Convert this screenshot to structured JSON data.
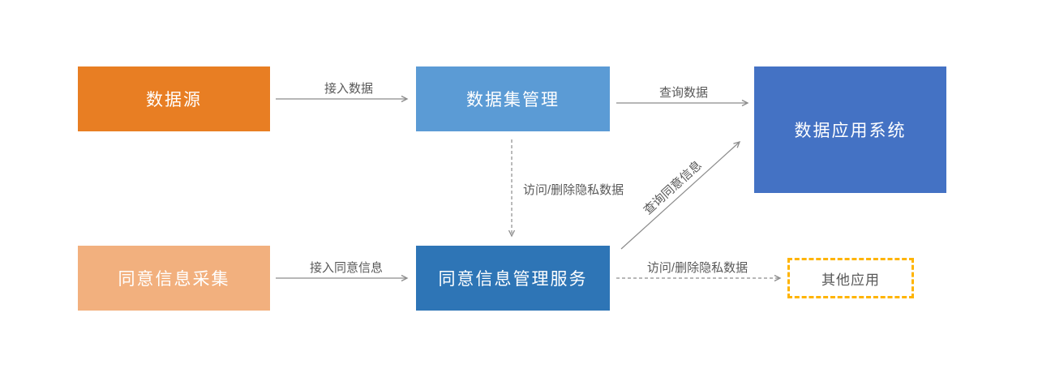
{
  "diagram": {
    "title": "data-privacy-flow-diagram",
    "nodes": [
      {
        "id": "data-source",
        "label": "数据源",
        "fill": "#E87E23",
        "text_color": "#FFFFFF",
        "shape": "rect"
      },
      {
        "id": "dataset-management",
        "label": "数据集管理",
        "fill": "#5B9BD5",
        "text_color": "#FFFFFF",
        "shape": "rect"
      },
      {
        "id": "data-application-system",
        "label": "数据应用系统",
        "fill": "#4472C4",
        "text_color": "#FFFFFF",
        "shape": "rect"
      },
      {
        "id": "consent-info-collection",
        "label": "同意信息采集",
        "fill": "#F2B07E",
        "text_color": "#FFFFFF",
        "shape": "rect"
      },
      {
        "id": "consent-management-service",
        "label": "同意信息管理服务",
        "fill": "#2E75B6",
        "text_color": "#FFFFFF",
        "shape": "rect"
      },
      {
        "id": "other-applications",
        "label": "其他应用",
        "fill": "#FFFFFF",
        "text_color": "#595959",
        "shape": "dashed-rect",
        "border_color": "#FFB400"
      }
    ],
    "edges": [
      {
        "from": "data-source",
        "to": "dataset-management",
        "label": "接入数据",
        "style": "solid"
      },
      {
        "from": "dataset-management",
        "to": "data-application-system",
        "label": "查询数据",
        "style": "solid"
      },
      {
        "from": "dataset-management",
        "to": "consent-management-service",
        "label": "访问/删除隐私数据",
        "style": "dashed"
      },
      {
        "from": "consent-info-collection",
        "to": "consent-management-service",
        "label": "接入同意信息",
        "style": "solid"
      },
      {
        "from": "consent-management-service",
        "to": "data-application-system",
        "label": "查询同意信息",
        "style": "solid"
      },
      {
        "from": "consent-management-service",
        "to": "other-applications",
        "label": "访问/删除隐私数据",
        "style": "dashed"
      }
    ],
    "edge_line_color": "#8C8C8C",
    "edge_label_color": "#595959"
  }
}
